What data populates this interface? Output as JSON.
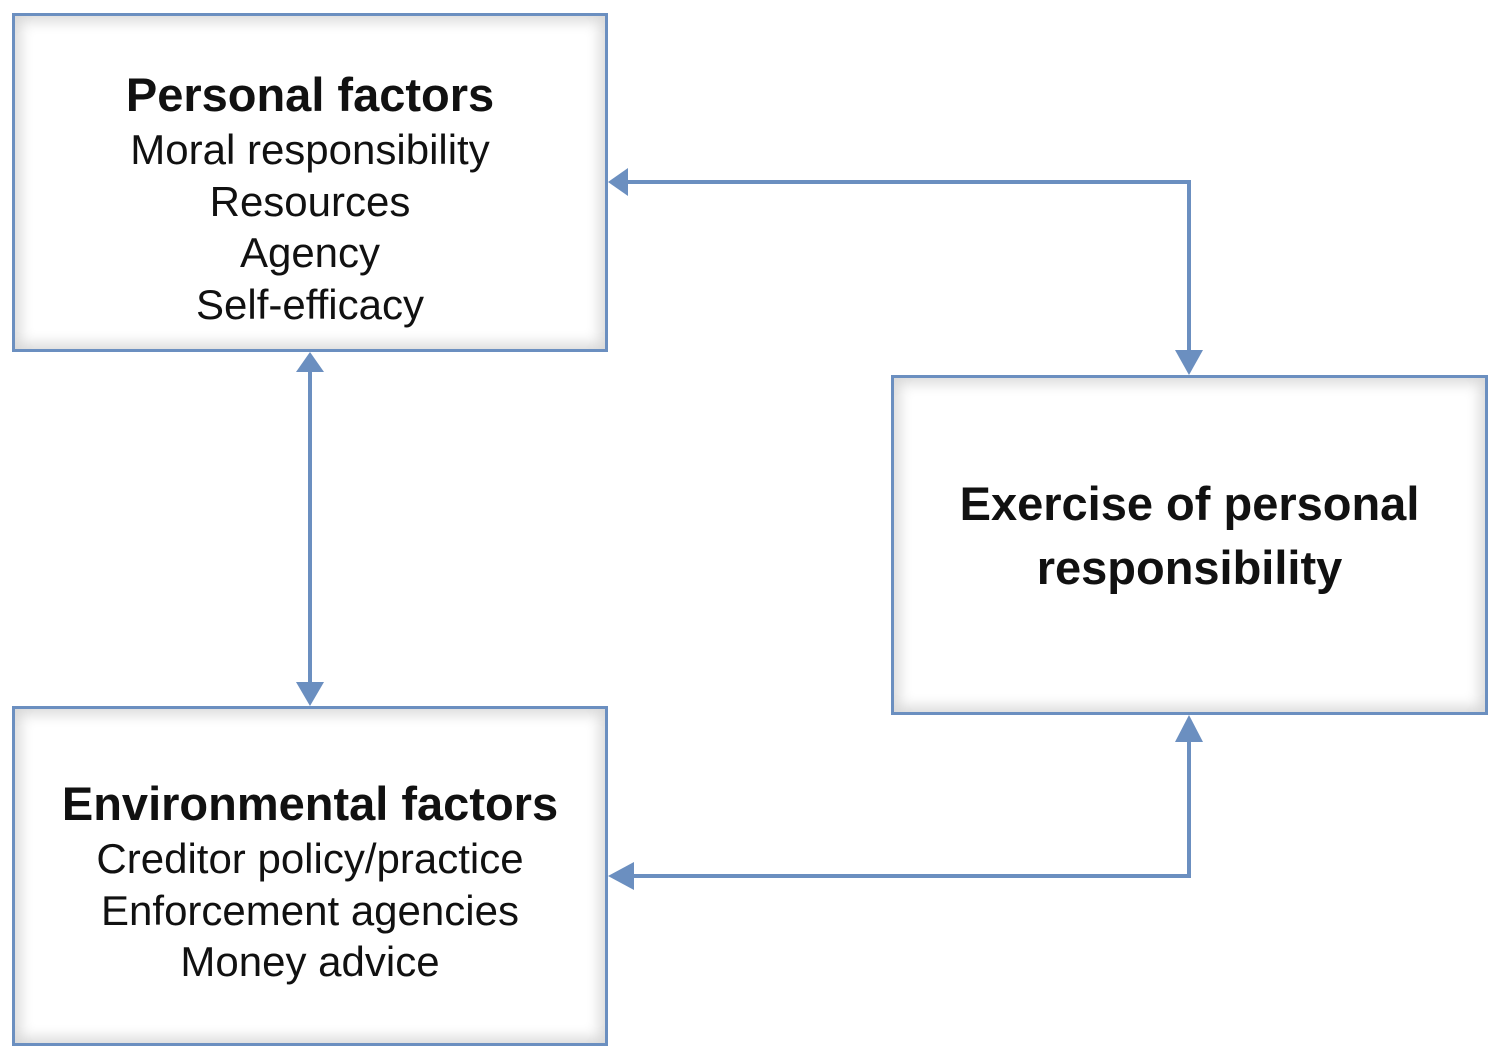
{
  "personal_factors": {
    "title": "Personal factors",
    "items": [
      "Moral responsibility",
      "Resources",
      "Agency",
      "Self-efficacy"
    ]
  },
  "environmental_factors": {
    "title": "Environmental factors",
    "items": [
      "Creditor policy/practice",
      "Enforcement agencies",
      "Money advice"
    ]
  },
  "exercise": {
    "title": "Exercise of personal\nresponsibility"
  },
  "colors": {
    "border": "#6b8fc0",
    "arrow": "#6b8fc0",
    "text": "#111111"
  }
}
